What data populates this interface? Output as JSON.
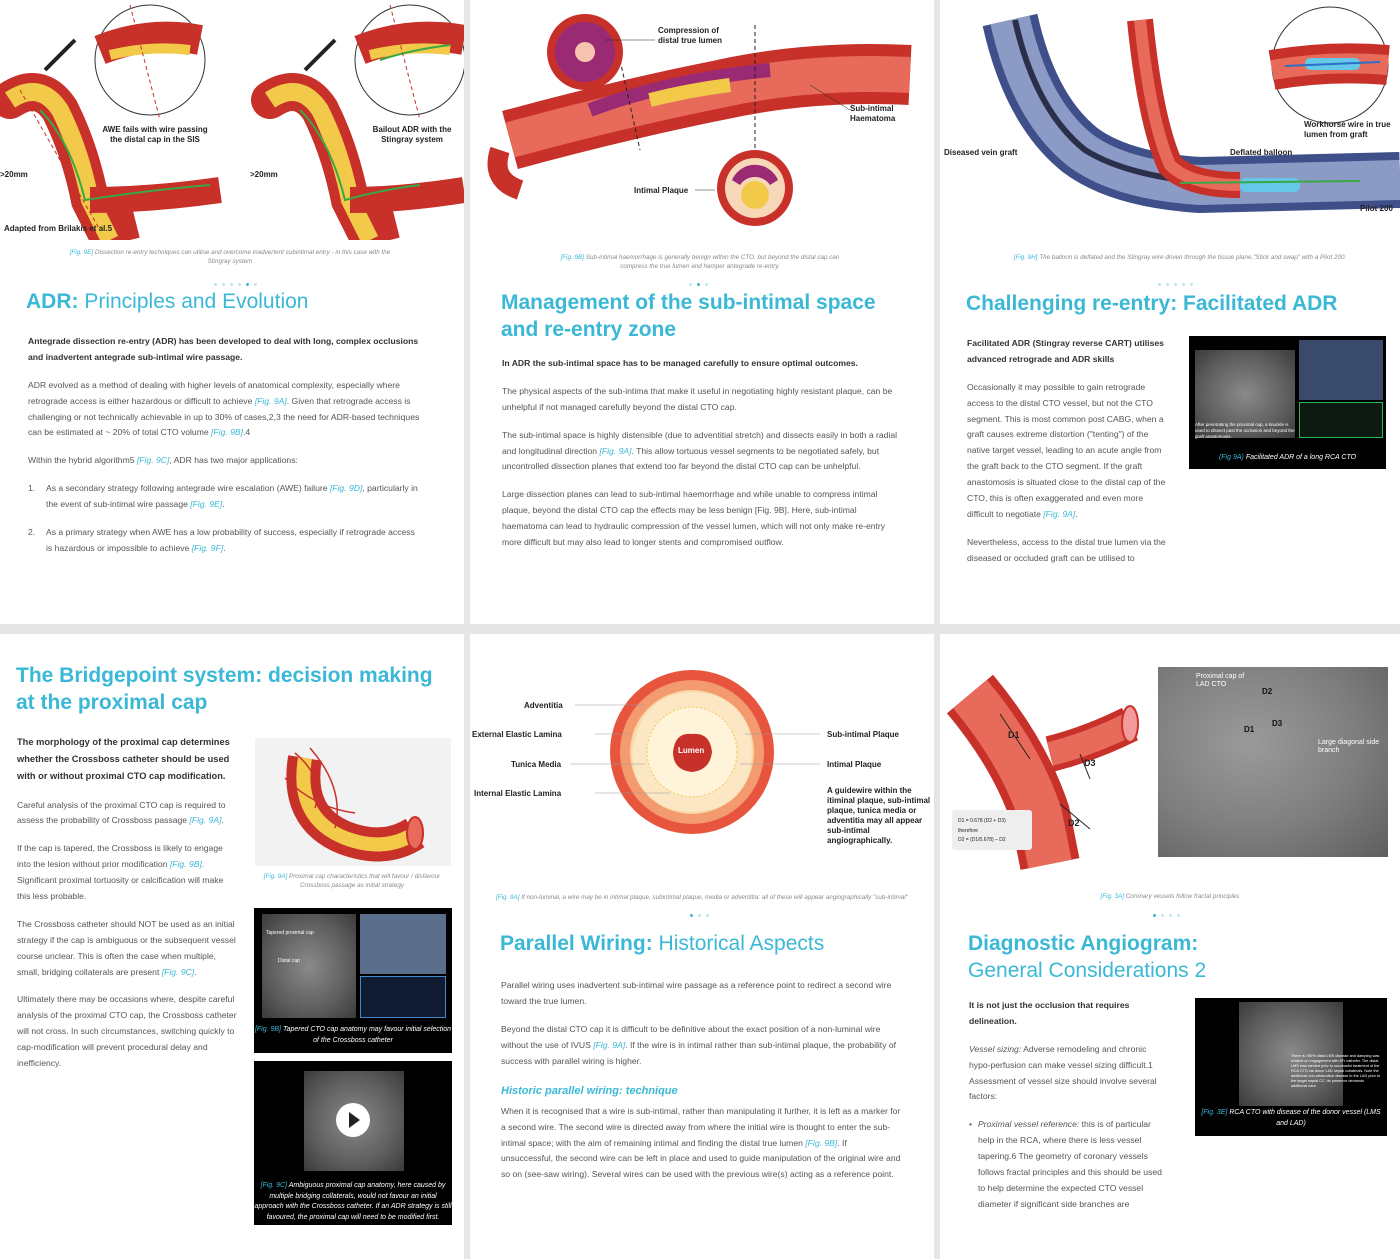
{
  "p1": {
    "labels": {
      "awe": "AWE fails with wire passing the distal cap in the SIS",
      "bailout": "Bailout ADR with the Stingray system",
      "mm_left": ">20mm",
      "mm_right": ">20mm",
      "adapted": "Adapted from Brilakis et al.5"
    },
    "caption_ref": "[Fig. 9E]",
    "caption": "Dissection re-entry techniques can utilise and overcome inadvertent subintimal entry - in this case with the Stingray system",
    "title_bold": "ADR:",
    "title_rest": " Principles and Evolution",
    "lead": "Antegrade dissection re-entry (ADR) has been developed to deal with long, complex occlusions and inadvertent antegrade sub-intimal wire passage.",
    "para1_a": "ADR evolved as a method of dealing with higher levels of anatomical complexity, especially where retrograde access is either hazardous or difficult to achieve ",
    "para1_ref1": "[Fig. 9A]",
    "para1_b": ". Given that retrograde access is challenging or not technically achievable in up to 30% of cases,2,3 the need for ADR-based techniques can be estimated at ~ 20% of total CTO volume ",
    "para1_ref2": "[Fig. 9B]",
    "para1_c": ".4",
    "para2_a": "Within the hybrid algorithm5 ",
    "para2_ref": "[Fig. 9C]",
    "para2_b": ", ADR has two major applications:",
    "item1_n": "1.",
    "item1_a": "As a secondary strategy following antegrade wire escalation (AWE) failure ",
    "item1_ref1": "[Fig. 9D]",
    "item1_b": ", particularly in the event of sub-intimal wire passage ",
    "item1_ref2": "[Fig. 9E]",
    "item1_c": ".",
    "item2_n": "2.",
    "item2_a": "As a primary strategy when AWE has a low probability of success, especially if retrograde access is hazardous or impossible to achieve ",
    "item2_ref": "[Fig. 9F]",
    "item2_c": "."
  },
  "p2": {
    "labels": {
      "compression": "Compression of distal true lumen",
      "haematoma": "Sub-intimal Haematoma",
      "plaque": "Intimal Plaque"
    },
    "caption_ref": "[Fig. 9B]",
    "caption": "Sub-intimal haemorrhage is generally benign within the CTO, but beyond the distal cap can compress the true lumen and hamper antegrade re-entry.",
    "title": "Management of the sub-intimal space and re-entry zone",
    "lead": "In ADR the sub-intimal space has to be managed carefully to ensure optimal outcomes.",
    "para1": "The physical aspects of the sub-intima that make it useful in negotiating highly resistant plaque, can be unhelpful if not managed carefully beyond the distal CTO cap.",
    "para2_a": "The sub-intimal space is highly distensible (due to adventitial stretch) and dissects easily in both a radial and longitudinal direction ",
    "para2_ref": "[Fig. 9A]",
    "para2_b": ". This allow tortuous vessel segments to be negotiated safely, but uncontrolled dissection planes that extend too far beyond the distal CTO cap can be unhelpful.",
    "para3": "Large dissection planes can lead to sub-intimal haemorrhage and while unable to compress intimal plaque, beyond the distal CTO cap the effects may be less benign [Fig. 9B]. Here, sub-intimal haematoma can lead to hydraulic compression of the vessel lumen, which will not only make re-entry more difficult but may also lead to longer stents and compromised outflow."
  },
  "p3": {
    "labels": {
      "vein": "Diseased vein graft",
      "workhorse": "Workhorse wire in true lumen from graft",
      "balloon": "Deflated balloon",
      "pilot": "Pilot 200"
    },
    "caption_ref": "[Fig. 9H]",
    "caption": "The balloon is deflated and the Stingray wire driven through the tissue plane,\"Stick and swap\" with a Pilot 200.",
    "title": "Challenging re-entry: Facilitated ADR",
    "lead": "Facilitated ADR (Stingray reverse CART) utilises advanced retrograde and ADR skills",
    "para1_a": "Occasionally it may possible to gain retrograde access to the distal CTO vessel, but not the CTO segment. This is most common post CABG, when a graft causes extreme distortion (\"tenting\") of the native target vessel, leading to an acute angle from the graft back to the CTO segment. If the graft anastomosis is situated close to the distal cap of the CTO, this is often exaggerated and even more difficult to negotiate ",
    "para1_ref": "[Fig. 9A]",
    "para1_b": ".",
    "para2": "Nevertheless, access to the distal true lumen via the diseased or occluded graft can be utilised to",
    "video_text": "After penetrating the proximal cap, a knuckle is used to dissect past the occlusion and beyond the graft anastomosis.",
    "video_ref": "(Fig 9A)",
    "video_cap": "Facilitated ADR of a long RCA CTO"
  },
  "p4": {
    "title": "The Bridgepoint system: decision making at the proximal cap",
    "lead": "The morphology of the proximal cap determines whether the Crossboss catheter should be used with or without proximal CTO cap modification.",
    "para1_a": "Careful analysis of the proximal CTO cap is required to assess the probability of Crossboss passage ",
    "para1_ref": "[Fig. 9A]",
    "para1_b": ".",
    "para2_a": "If the cap is tapered, the Crossboss is likely to engage into the lesion without prior modification ",
    "para2_ref": "[Fig. 9B]",
    "para2_b": ". Significant proximal tortuosity or calcification will make this less probable.",
    "para3_a": "The Crossboss catheter should NOT be used as an initial strategy if the cap is ambiguous or the subsequent vessel course unclear. This is often the case when multiple, small, bridging collaterals are present ",
    "para3_ref": "[Fig. 9C]",
    "para3_b": ".",
    "para4": "Ultimately there may be occasions where, despite careful analysis of the proximal CTO cap, the Crossboss catheter will not cross. In such circumstances, switching quickly to cap-modification will prevent procedural delay and inefficiency.",
    "fig_a_ref": "[Fig. 9A]",
    "fig_a_cap": "Proximal cap characteristics that will favour / disfavour Crossboss passage as initial strategy",
    "fig_b_labels": {
      "tapered": "Tapered proximal cap",
      "distal": "Distal cap"
    },
    "fig_b_ref": "[Fig. 9B]",
    "fig_b_cap": "Tapered CTO cap anatomy may favour initial selection of the Crossboss catheter",
    "fig_c_ref": "[Fig. 9C]",
    "fig_c_cap": "Ambiguous proximal cap anatomy, here caused by multiple bridging collaterals, would not favour an initial approach with the Crossboss catheter. If an ADR strategy is still favoured, the proximal cap will need to be modified first."
  },
  "p5": {
    "labels": {
      "adventitia": "Adventitia",
      "eel": "External Elastic Lamina",
      "media": "Tunica Media",
      "iel": "Internal Elastic Lamina",
      "subplaque": "Sub-intimal Plaque",
      "intplaque": "Intimal Plaque",
      "lumen": "Lumen",
      "guidewire": "A guidewire within the itiminal plaque, sub-intimal plaque, tunica media or adventitia may all appear sub-intimal angiographically."
    },
    "caption_ref": "[Fig. 9A]",
    "caption": "If non-luminal, a wire may be in intimal plaque, subintimal plaque, media or adventitia: all of these will appear angiographically \"sub-intimal\"",
    "title_bold": "Parallel Wiring:",
    "title_rest": " Historical Aspects",
    "para1": "Parallel wiring uses inadvertent sub-intimal wire passage as a reference point to redirect a second wire toward the true lumen.",
    "para2_a": "Beyond the distal CTO cap it is difficult to be definitive about the exact position of a non-luminal wire without the use of IVUS ",
    "para2_ref": "[Fig. 9A]",
    "para2_b": ". If the wire is in intimal rather than sub-intimal plaque, the probability of success with parallel wiring is higher.",
    "subhead": "Historic parallel wiring: technique",
    "para3_a": "When it is recognised that a wire is sub-intimal, rather than manipulating it further, it is left as a marker for a second wire. The second wire is directed away from where the initial wire is thought to enter the sub-intimal space; with the aim of remaining intimal and finding the distal true lumen ",
    "para3_ref": "[Fig. 9B]",
    "para3_b": ". If unsuccessful, the second wire can be left in place and used to guide manipulation of the original wire and so on (see-saw wiring). Several wires can be used with the previous wire(s) acting as a reference point."
  },
  "p6": {
    "labels": {
      "d1": "D1",
      "d2": "D2",
      "d3": "D3",
      "formula1": "D1 = 0.678 (D2 + D3)",
      "formula2": "therefore",
      "formula3": "D2 = (D1/0.678) – D2",
      "prox": "Proximal cap of LAD CTO",
      "xd2": "D2",
      "xd1": "D1",
      "xd3": "D3",
      "diag": "Large diagonal side branch"
    },
    "caption_ref": "[Fig. 3A]",
    "caption": "Coronary vessels follow fractal principles",
    "title_line1": "Diagnostic Angiogram:",
    "title_line2": "General Considerations 2",
    "lead": "It is not just the occlusion that requires delineation.",
    "para1_em": "Vessel sizing:",
    "para1": " Adverse remodeling and chronic hypo-perfusion can make vessel sizing difficult.1 Assessment of vessel size should involve several factors:",
    "bullet": "•",
    "para2_em": "Proximal vessel reference:",
    "para2": " this is of particular help in the RCA, where there is less vessel tapering.6 The geometry of coronary vessels follows fractal principles and this should be used to help determine the expected CTO vessel diameter if significant side branches are",
    "fig_text": "There is >50% distal LMS disease and damping was evident on engagement with 6Fr catheter. The distal LMS was stented prior to successful treatment of the RCA CTO via donor LAD septal collaterals. Note the additional non-obstructive disease in the LAD prior to the target septal CC, its presence demands additional care.",
    "fig_ref": "[Fig. 3E]",
    "fig_cap": "RCA CTO with disease of the donor vessel (LMS and LAD)"
  },
  "colors": {
    "accent": "#3ab8d6",
    "vessel": "#d9453b",
    "plaque": "#f3c94a",
    "haematoma": "#9b2a74"
  }
}
